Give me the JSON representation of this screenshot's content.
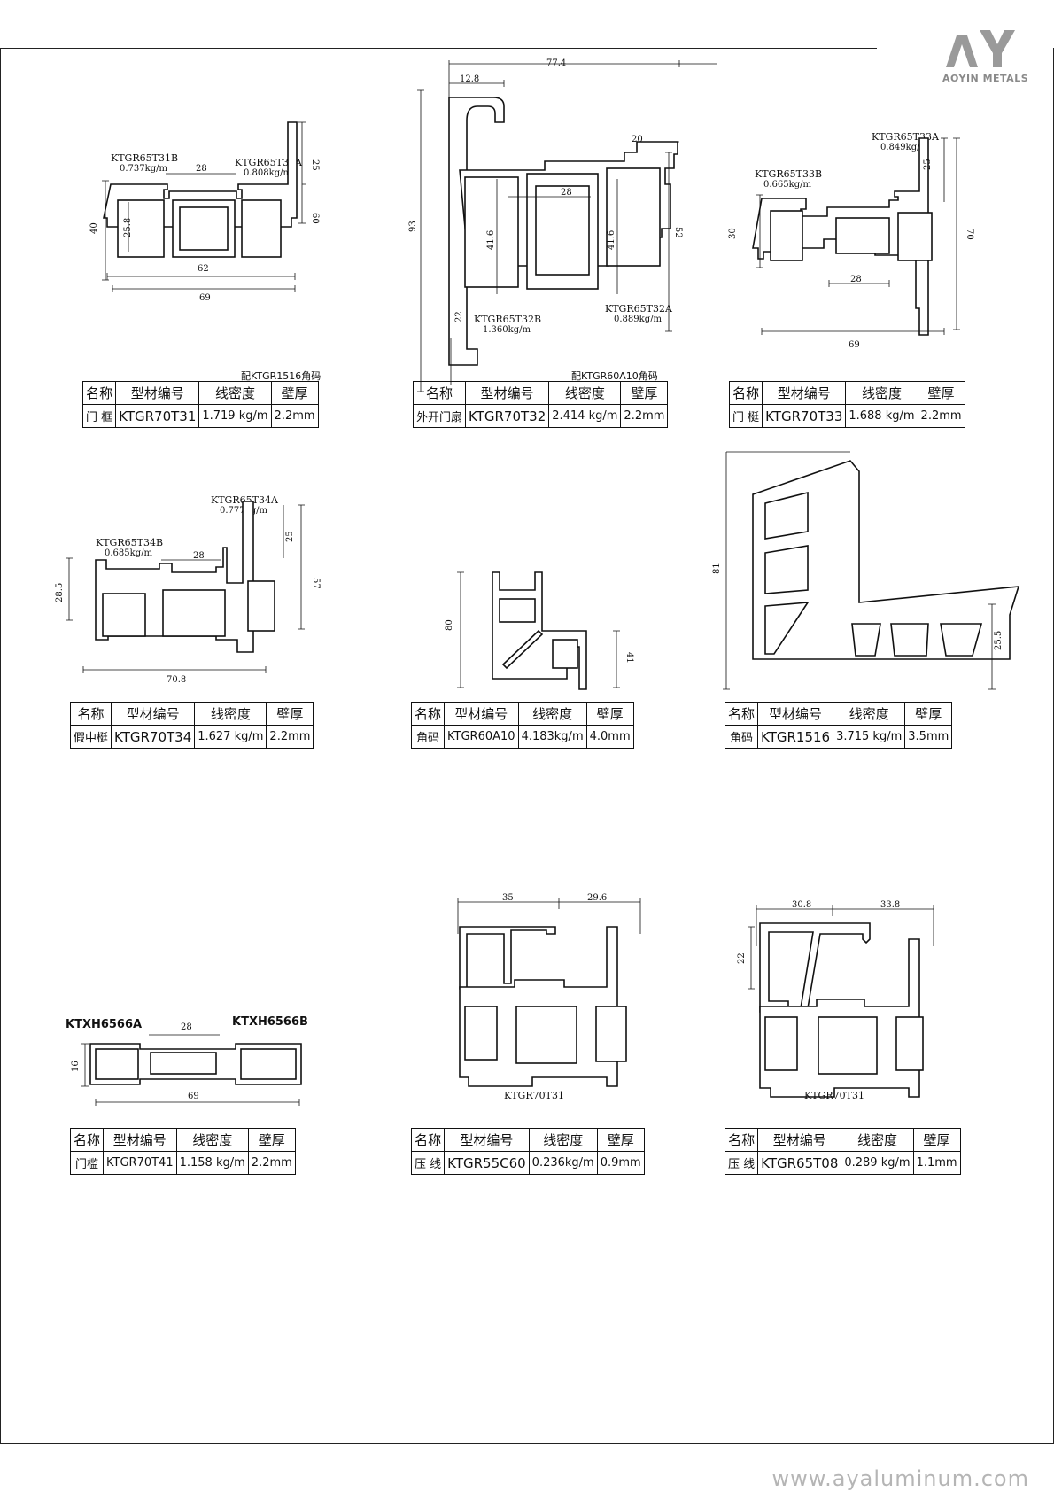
{
  "brand": {
    "sub": "AOYIN METALS",
    "footer_url": "www.ayaluminum.com"
  },
  "table_headers": [
    "名称",
    "型材编号",
    "线密度",
    "壁厚"
  ],
  "drawings": {
    "d1": {
      "label_b": "KTGR65T31B",
      "density_b": "0.737kg/m",
      "label_a": "KTGR65T31A",
      "density_a": "0.808kg/m",
      "dims": [
        "28",
        "62",
        "69",
        "40",
        "25.8",
        "25",
        "60"
      ]
    },
    "d2": {
      "label_b": "KTGR65T32B",
      "density_b": "1.360kg/m",
      "label_a": "KTGR65T32A",
      "density_a": "0.889kg/m",
      "dims": [
        "77.4",
        "12.8",
        "20",
        "28",
        "93",
        "41.6",
        "41.6",
        "52",
        "22"
      ]
    },
    "d3": {
      "label_b": "KTGR65T33B",
      "density_b": "0.665kg/m",
      "label_a": "KTGR65T33A",
      "density_a": "0.849kg/m",
      "dims": [
        "30",
        "25",
        "70",
        "28",
        "69"
      ]
    },
    "d4": {
      "label_b": "KTGR65T34B",
      "density_b": "0.685kg/m",
      "label_a": "KTGR65T34A",
      "density_a": "0.777kg/m",
      "dims": [
        "28",
        "28.5",
        "25",
        "57",
        "70.8"
      ]
    },
    "d5": {
      "dims": [
        "80",
        "41"
      ]
    },
    "d6": {
      "dims": [
        "81",
        "25.5"
      ]
    },
    "d7": {
      "label_a": "KTXH6566A",
      "label_b": "KTXH6566B",
      "dims": [
        "28",
        "16",
        "69"
      ]
    },
    "d8": {
      "caption": "KTGR70T31",
      "dims": [
        "35",
        "29.6"
      ]
    },
    "d9": {
      "caption": "KTGR70T31",
      "dims": [
        "30.8",
        "33.8",
        "22"
      ]
    }
  },
  "tables": [
    {
      "note": "配KTGR1516角码",
      "name": "门 框",
      "code": "KTGR70T31",
      "density": "1.719 kg/m",
      "thickness": "2.2mm"
    },
    {
      "note": "配KTGR60A10角码",
      "name": "外开门扇",
      "code": "KTGR70T32",
      "density": "2.414 kg/m",
      "thickness": "2.2mm"
    },
    {
      "note": "",
      "name": "门 梃",
      "code": "KTGR70T33",
      "density": "1.688 kg/m",
      "thickness": "2.2mm"
    },
    {
      "note": "",
      "name": "假中梃",
      "code": "KTGR70T34",
      "density": "1.627 kg/m",
      "thickness": "2.2mm"
    },
    {
      "note": "",
      "name": "角码",
      "code": "KTGR60A10",
      "density": "4.183kg/m",
      "thickness": "4.0mm"
    },
    {
      "note": "",
      "name": "角码",
      "code": "KTGR1516",
      "density": "3.715 kg/m",
      "thickness": "3.5mm"
    },
    {
      "note": "",
      "name": "门槛",
      "code": "KTGR70T41",
      "density": "1.158 kg/m",
      "thickness": "2.2mm"
    },
    {
      "note": "",
      "name": "压 线",
      "code": "KTGR55C60",
      "density": "0.236kg/m",
      "thickness": "0.9mm"
    },
    {
      "note": "",
      "name": "压 线",
      "code": "KTGR65T08",
      "density": "0.289 kg/m",
      "thickness": "1.1mm"
    }
  ]
}
